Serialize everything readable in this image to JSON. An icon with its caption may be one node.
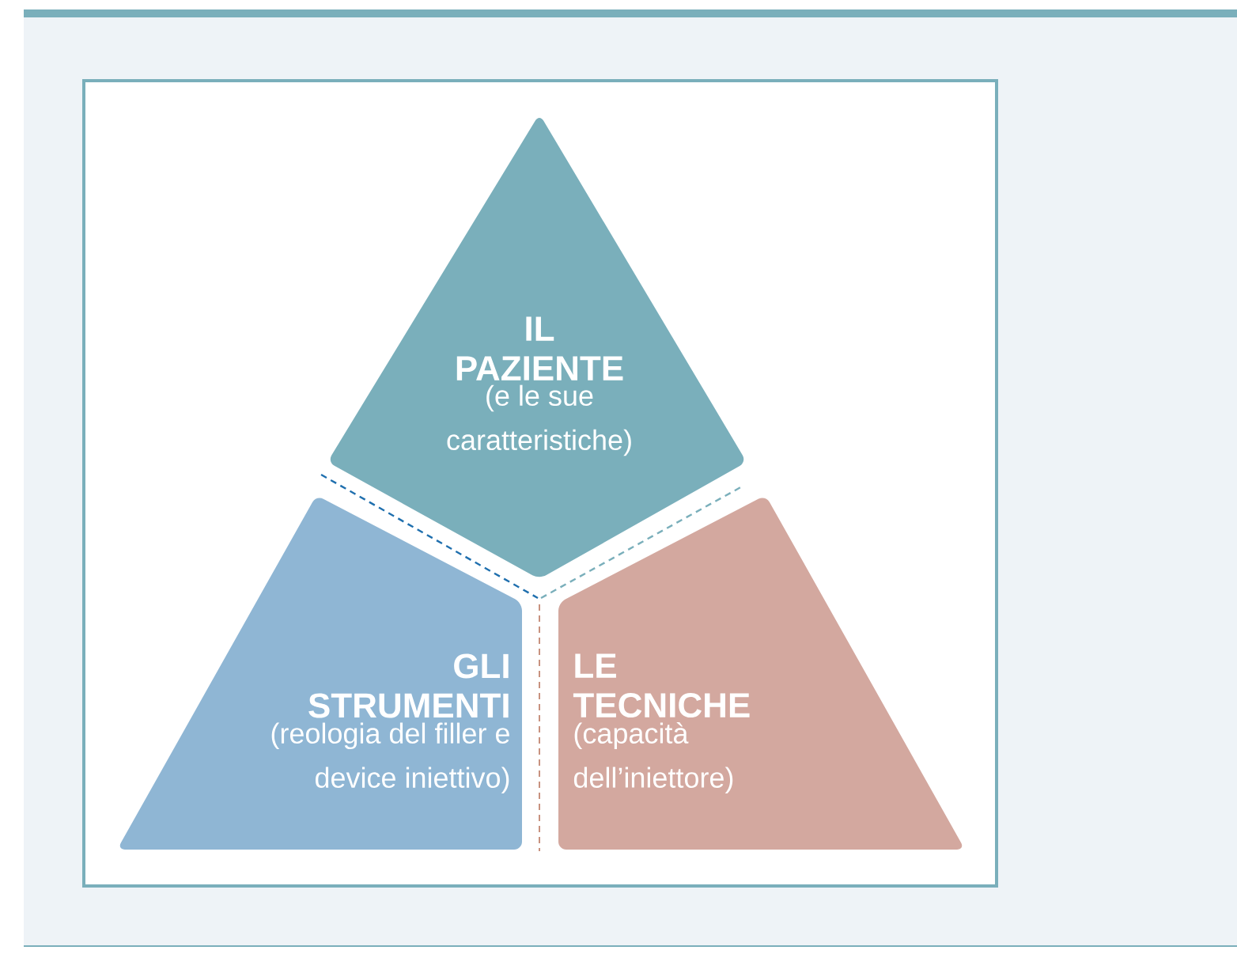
{
  "diagram": {
    "nodes": [
      {
        "text": [
          "IL PAZIENTE",
          "(e le sue caratteristiche)"
        ]
      },
      {
        "text": [
          "GLI STRUMENTI",
          "(reologia del filler e device iniettivo)"
        ]
      },
      {
        "text": [
          "LE TECNICHE",
          "(capacità dell’iniettore)"
        ]
      }
    ]
  }
}
